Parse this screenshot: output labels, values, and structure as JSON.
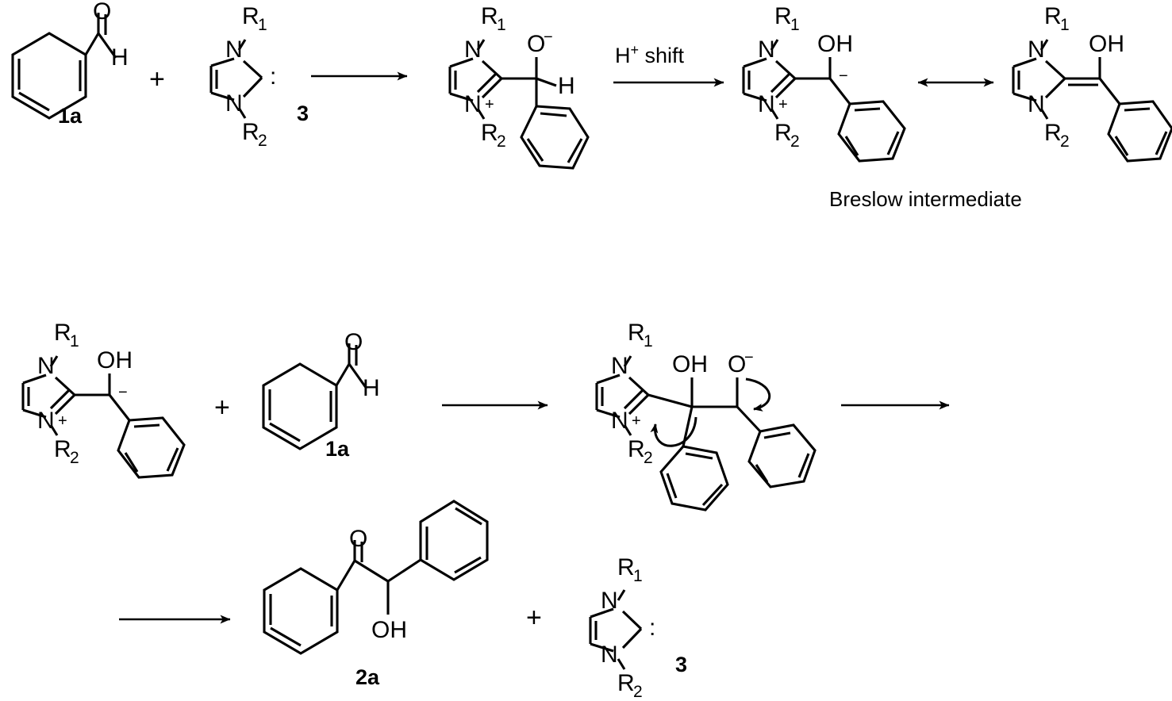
{
  "scheme": {
    "title_caption": "Breslow intermediate",
    "background": "#ffffff",
    "line_color": "#000000"
  },
  "atoms": {
    "O": "O",
    "O_minus": "O",
    "OH": "OH",
    "H": "H",
    "N": "N",
    "R1": "R",
    "R2": "R",
    "sub1": "1",
    "sub2": "2",
    "plus_charge": "+",
    "minus_charge": "−",
    "lone_pair": ":"
  },
  "compound_labels": {
    "benzaldehyde_row1": "1a",
    "carbene_row1": "3",
    "benzaldehyde_row2": "1a",
    "benzoin_product": "2a",
    "carbene_row3": "3"
  },
  "operators": {
    "plus_row1": "+",
    "plus_row2": "+",
    "plus_row3": "+"
  },
  "arrows": {
    "row1_step1": {
      "label": "",
      "type": "reaction"
    },
    "row1_step2": {
      "label": "H+ shift",
      "label_html": "H⁺ shift",
      "type": "reaction"
    },
    "row1_resonance": {
      "label": "",
      "type": "resonance-double-headed"
    },
    "row2_step1": {
      "label": "",
      "type": "reaction"
    },
    "row2_step2": {
      "label": "",
      "type": "reaction"
    },
    "row3_step1": {
      "label": "",
      "type": "reaction"
    }
  },
  "mechanism_arrows": {
    "alkoxide_to_carbon": "curved-electron-pair",
    "hydroxyl_to_ring": "curved-electron-pair"
  },
  "structures": [
    {
      "name": "benzaldehyde",
      "label": "1a",
      "row": 1
    },
    {
      "name": "nhc-carbene",
      "label": "3",
      "row": 1
    },
    {
      "name": "zwitterion-adduct",
      "label": "",
      "row": 1
    },
    {
      "name": "breslow-ylide",
      "label": "Breslow intermediate",
      "row": 1
    },
    {
      "name": "breslow-enol",
      "label": "Breslow intermediate",
      "row": 1
    },
    {
      "name": "breslow-ylide",
      "label": "",
      "row": 2
    },
    {
      "name": "benzaldehyde",
      "label": "1a",
      "row": 2
    },
    {
      "name": "tetrahedral-adduct",
      "label": "",
      "row": 2
    },
    {
      "name": "benzoin",
      "label": "2a",
      "row": 3
    },
    {
      "name": "nhc-carbene",
      "label": "3",
      "row": 3
    }
  ]
}
